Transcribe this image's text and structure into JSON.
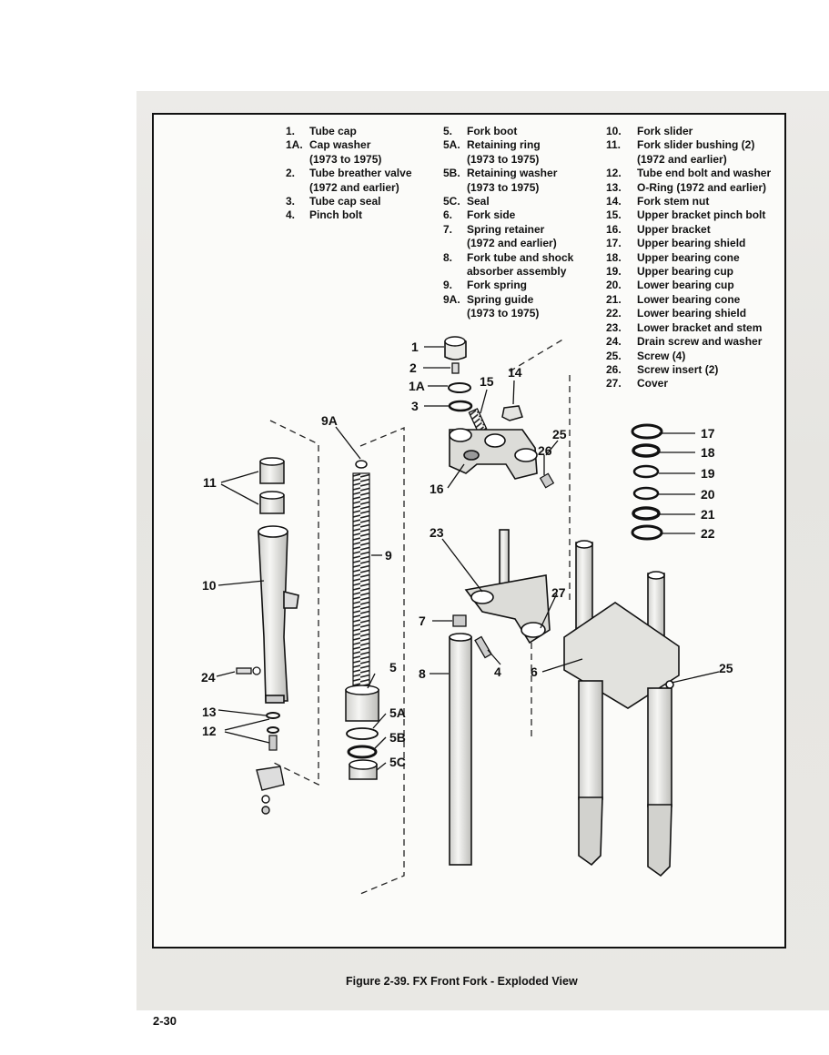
{
  "legend": {
    "col1": [
      {
        "num": "1.",
        "text": "Tube cap"
      },
      {
        "num": "1A.",
        "text": "Cap washer"
      },
      {
        "num": "",
        "text": "(1973 to 1975)"
      },
      {
        "num": "2.",
        "text": "Tube breather valve"
      },
      {
        "num": "",
        "text": "(1972 and earlier)"
      },
      {
        "num": "3.",
        "text": "Tube cap seal"
      },
      {
        "num": "4.",
        "text": "Pinch bolt"
      }
    ],
    "col2": [
      {
        "num": "5.",
        "text": "Fork boot"
      },
      {
        "num": "5A.",
        "text": "Retaining ring"
      },
      {
        "num": "",
        "text": "(1973 to 1975)"
      },
      {
        "num": "5B.",
        "text": "Retaining washer"
      },
      {
        "num": "",
        "text": "(1973 to 1975)"
      },
      {
        "num": "5C.",
        "text": "Seal"
      },
      {
        "num": "6.",
        "text": "Fork side"
      },
      {
        "num": "7.",
        "text": "Spring retainer"
      },
      {
        "num": "",
        "text": "(1972 and earlier)"
      },
      {
        "num": "8.",
        "text": "Fork tube and shock"
      },
      {
        "num": "",
        "text": "absorber assembly"
      },
      {
        "num": "9.",
        "text": "Fork spring"
      },
      {
        "num": "9A.",
        "text": "Spring guide"
      },
      {
        "num": "",
        "text": "(1973 to 1975)"
      }
    ],
    "col3": [
      {
        "num": "10.",
        "text": "Fork slider"
      },
      {
        "num": "11.",
        "text": "Fork slider bushing (2)"
      },
      {
        "num": "",
        "text": "(1972 and earlier)"
      },
      {
        "num": "12.",
        "text": "Tube end bolt and washer"
      },
      {
        "num": "13.",
        "text": "O-Ring (1972 and earlier)"
      },
      {
        "num": "14.",
        "text": "Fork stem nut"
      },
      {
        "num": "15.",
        "text": "Upper bracket pinch bolt"
      },
      {
        "num": "16.",
        "text": "Upper bracket"
      },
      {
        "num": "17.",
        "text": "Upper bearing shield"
      },
      {
        "num": "18.",
        "text": "Upper bearing cone"
      },
      {
        "num": "19.",
        "text": "Upper bearing cup"
      },
      {
        "num": "20.",
        "text": "Lower bearing cup"
      },
      {
        "num": "21.",
        "text": "Lower bearing cone"
      },
      {
        "num": "22.",
        "text": "Lower bearing shield"
      },
      {
        "num": "23.",
        "text": "Lower bracket and stem"
      },
      {
        "num": "24.",
        "text": "Drain screw and washer"
      },
      {
        "num": "25.",
        "text": "Screw (4)"
      },
      {
        "num": "26.",
        "text": "Screw insert (2)"
      },
      {
        "num": "27.",
        "text": "Cover"
      }
    ]
  },
  "callouts": {
    "c1": "1",
    "c2": "2",
    "c1a": "1A",
    "c3": "3",
    "c9a": "9A",
    "c15": "15",
    "c14": "14",
    "c11": "11",
    "c16": "16",
    "c25a": "25",
    "c26": "26",
    "c17": "17",
    "c18": "18",
    "c19": "19",
    "c20": "20",
    "c21": "21",
    "c22": "22",
    "c9": "9",
    "c23": "23",
    "c10": "10",
    "c27": "27",
    "c7": "7",
    "c5": "5",
    "c8": "8",
    "c4": "4",
    "c6": "6",
    "c25b": "25",
    "c24": "24",
    "c13": "13",
    "c5a": "5A",
    "c12": "12",
    "c5b": "5B",
    "c5c": "5C"
  },
  "caption": "Figure 2-39. FX Front Fork - Exploded View",
  "page_number": "2-30"
}
